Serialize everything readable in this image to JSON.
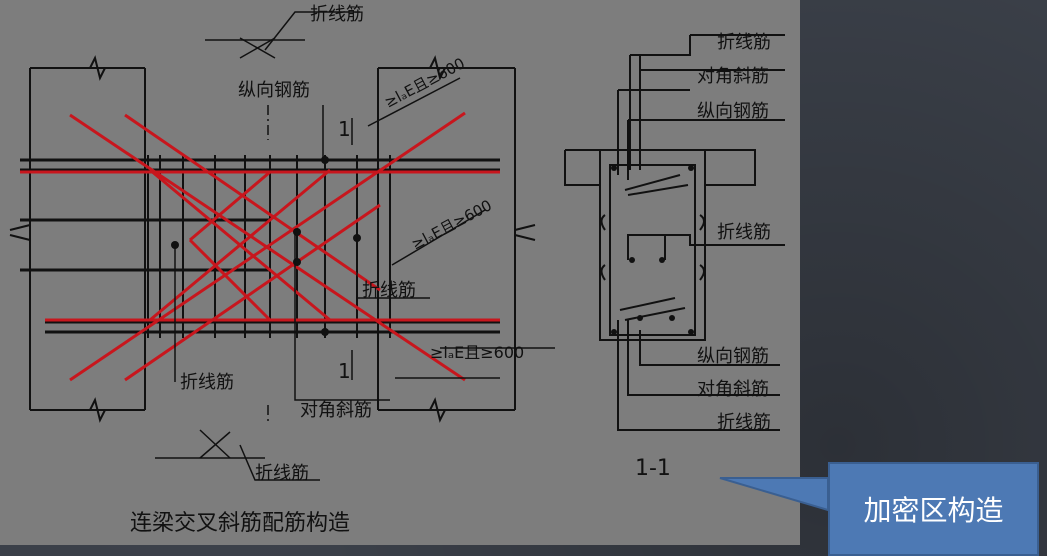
{
  "labels": {
    "zhexian": "折线筋",
    "zongxiang": "纵向钢筋",
    "duijiao": "对角斜筋",
    "lae600": "≥lₐE且≥600",
    "section_mark": "1",
    "section_title": "1-1",
    "main_title": "连梁交叉斜筋配筋构造",
    "callout": "加密区构造"
  },
  "colors": {
    "panel": "#7d7d7d",
    "line": "#111111",
    "red": "#c8161d",
    "callout": "#4d79b4"
  }
}
